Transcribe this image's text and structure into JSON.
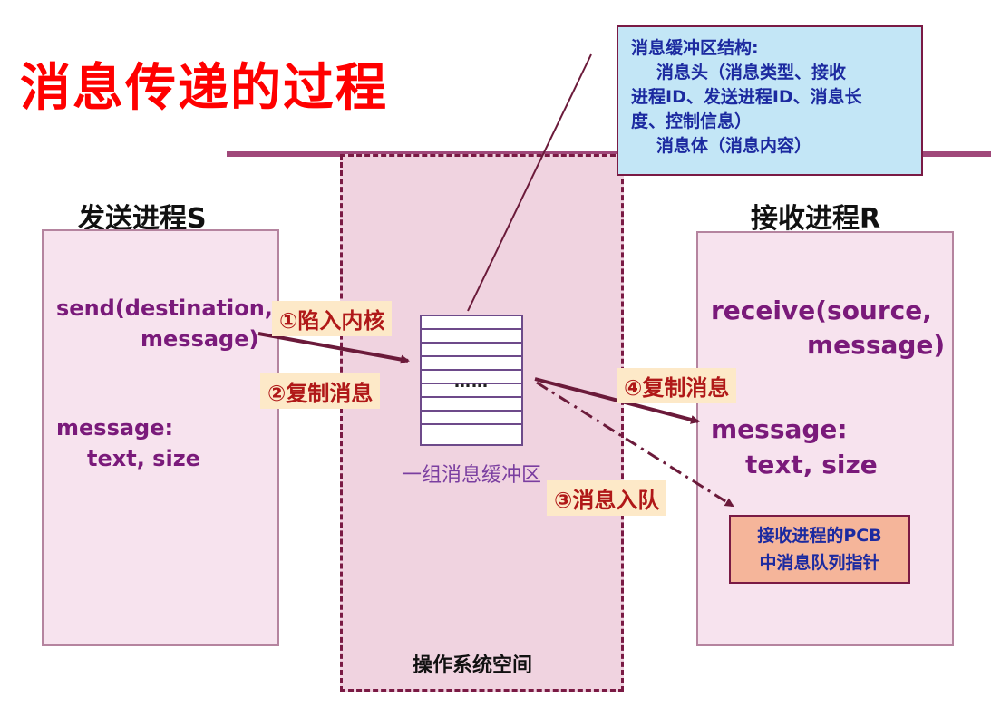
{
  "title": "消息传递的过程",
  "info_box": {
    "line1": "消息缓冲区结构:",
    "line2": "消息头（消息类型、接收",
    "line3": "进程ID、发送进程ID、消息长",
    "line4": "度、控制信息）",
    "line5": "消息体（消息内容）"
  },
  "sender": {
    "heading": "发送进程S",
    "call_line1": "send(destination,",
    "call_line2": "message)",
    "var_line1": "message:",
    "var_line2": "text, size"
  },
  "receiver": {
    "heading": "接收进程R",
    "call_line1": "receive(source,",
    "call_line2": "message)",
    "var_line1": "message:",
    "var_line2": "text, size"
  },
  "steps": {
    "step1": "①陷入内核",
    "step2": "②复制消息",
    "step3": "③消息入队",
    "step4": "④复制消息"
  },
  "buffer": {
    "dots": "……",
    "caption": "一组消息缓冲区"
  },
  "pcb": {
    "line1": "接收进程的PCB",
    "line2": "中消息队列指针"
  },
  "os_space": "操作系统空间",
  "colors": {
    "title": "#ff0000",
    "code": "#7a1a7a",
    "label_bg": "#fde9c8",
    "label_text": "#b01818",
    "info_bg": "#c3e6f6",
    "os_zone_bg": "#f0d3e0",
    "pcb_bg": "#f5b59a",
    "arrow": "#6b1a3a"
  }
}
